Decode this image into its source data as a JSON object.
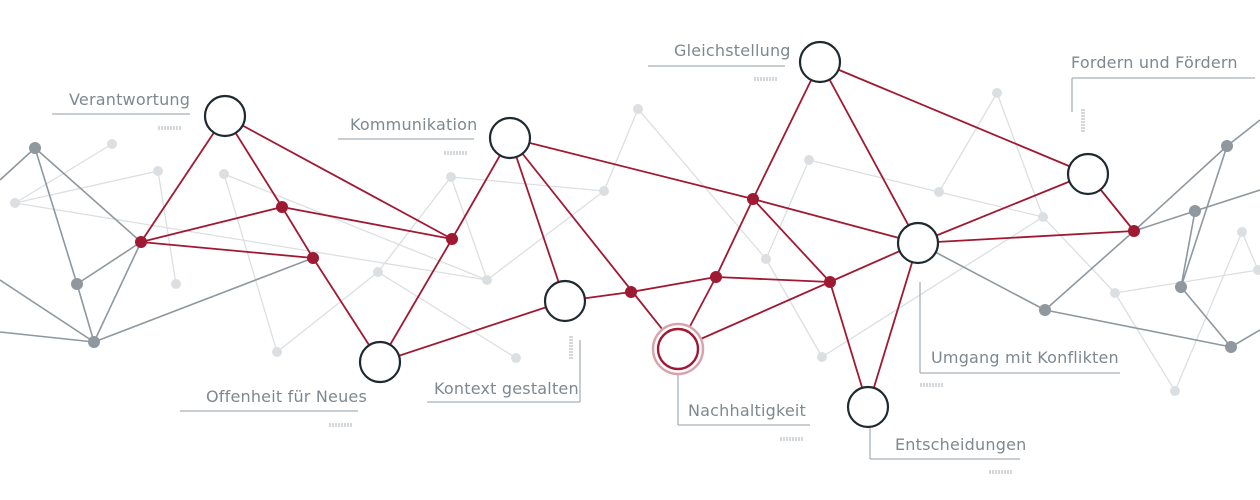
{
  "labels": {
    "verantwortung": "Verantwortung",
    "kommunikation": "Kommunikation",
    "gleichstellung": "Gleichstellung",
    "fordern": "Fordern und Fördern",
    "umgang": "Umgang mit Konflikten",
    "entscheidungen": "Entscheidungen",
    "nachhaltigkeit": "Nachhaltigkeit",
    "kontext": "Kontext gestalten",
    "offenheit": "Offenheit für Neues"
  },
  "colors": {
    "accent": "#a01932",
    "dark": "#1f2a30",
    "gray": "#8e989e",
    "light": "#dcdfe1",
    "text": "#7d8890"
  }
}
